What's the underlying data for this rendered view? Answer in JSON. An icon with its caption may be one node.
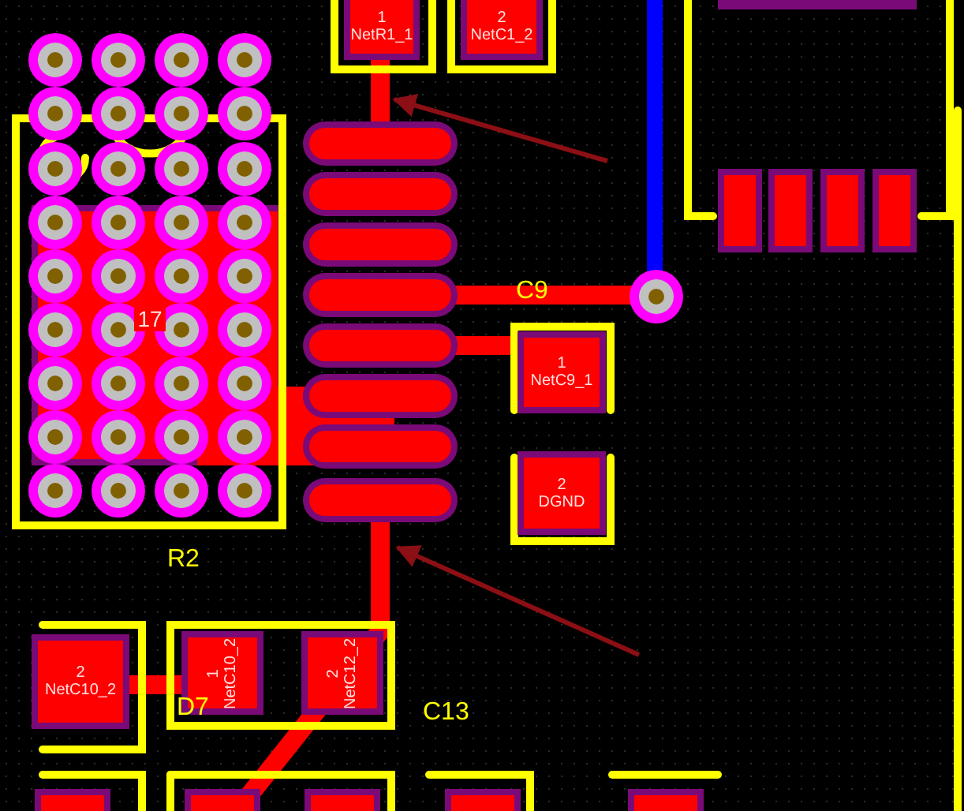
{
  "diagram": {
    "nodes": [
      {
        "text": [
          "1",
          "NetR1_1"
        ]
      },
      {
        "text": [
          "2",
          "NetC1_2"
        ]
      },
      {
        "text": [
          "17"
        ]
      },
      {
        "text": [
          "1",
          "NetC9_1"
        ]
      },
      {
        "text": [
          "2",
          "DGND"
        ]
      },
      {
        "text": [
          "2",
          "NetC10_2"
        ]
      },
      {
        "text": [
          "1",
          "NetC10_2"
        ]
      },
      {
        "text": [
          "2",
          "NetC12_2"
        ]
      }
    ],
    "labels": [
      "C9",
      "R2",
      "D7",
      "C13"
    ]
  }
}
